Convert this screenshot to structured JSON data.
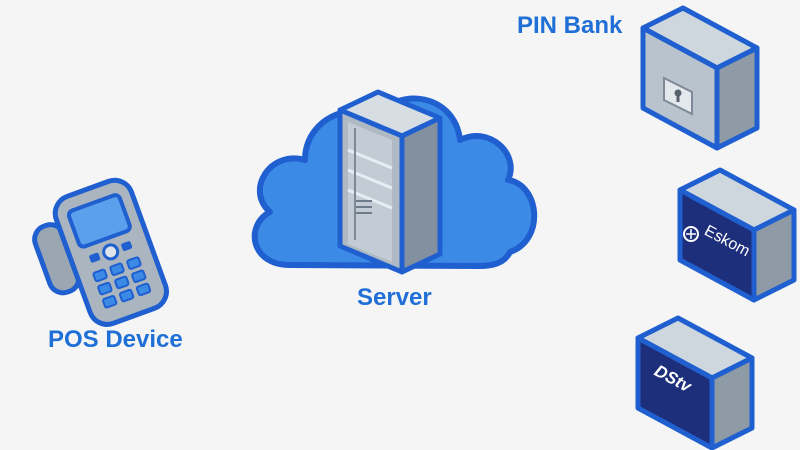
{
  "labels": {
    "pos_device": "POS Device",
    "server": "Server",
    "pin_bank": "PIN Bank"
  },
  "boxes": [
    {
      "name": "pin-bank-box",
      "brand": ""
    },
    {
      "name": "eskom-box",
      "brand": "Eskom"
    },
    {
      "name": "dstv-box",
      "brand": "DStv"
    }
  ],
  "colors": {
    "accent": "#1f6fd6",
    "cloud": "#3b8ae6",
    "cloud_outline": "#1f5fd0",
    "box_front": "#b9c3cd",
    "box_top": "#cfd7de",
    "box_side": "#8e9aa6",
    "navy": "#1d2f7a",
    "background": "#f5f5f5"
  }
}
